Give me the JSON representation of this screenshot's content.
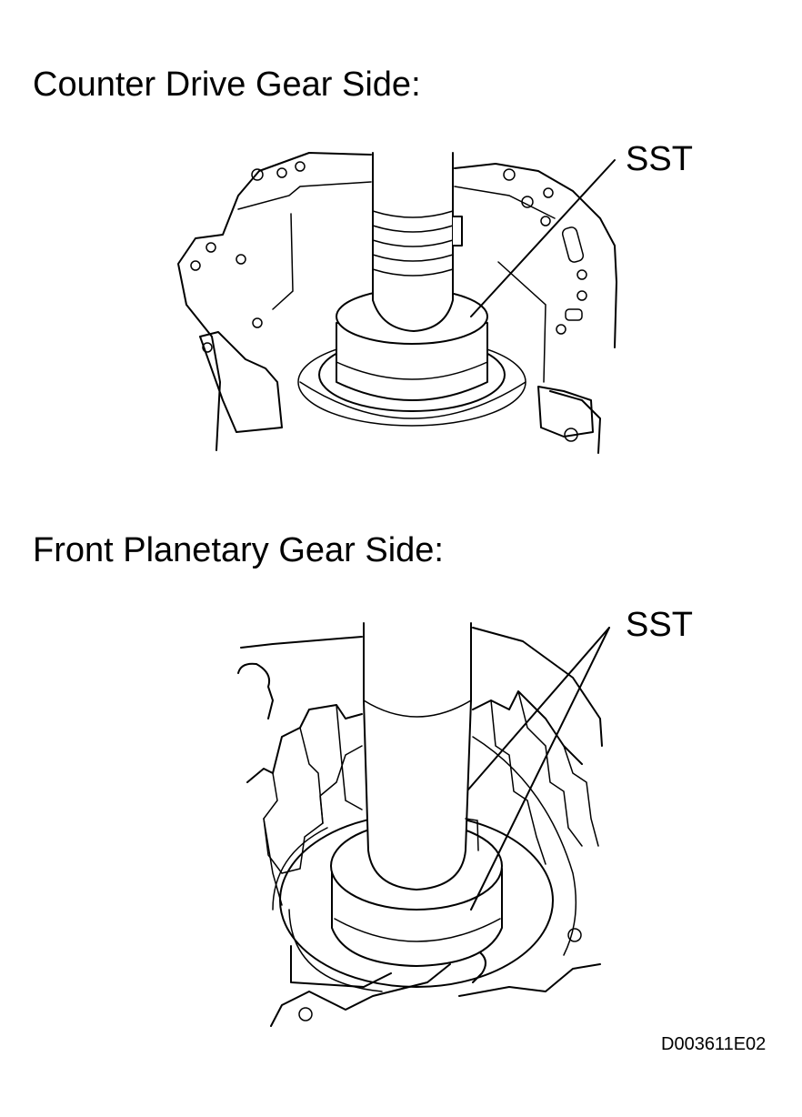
{
  "diagram": {
    "sections": [
      {
        "heading": "Counter Drive Gear Side:",
        "callout": "SST"
      },
      {
        "heading": "Front Planetary Gear Side:",
        "callout": "SST"
      }
    ],
    "figure_id": "D003611E02"
  }
}
